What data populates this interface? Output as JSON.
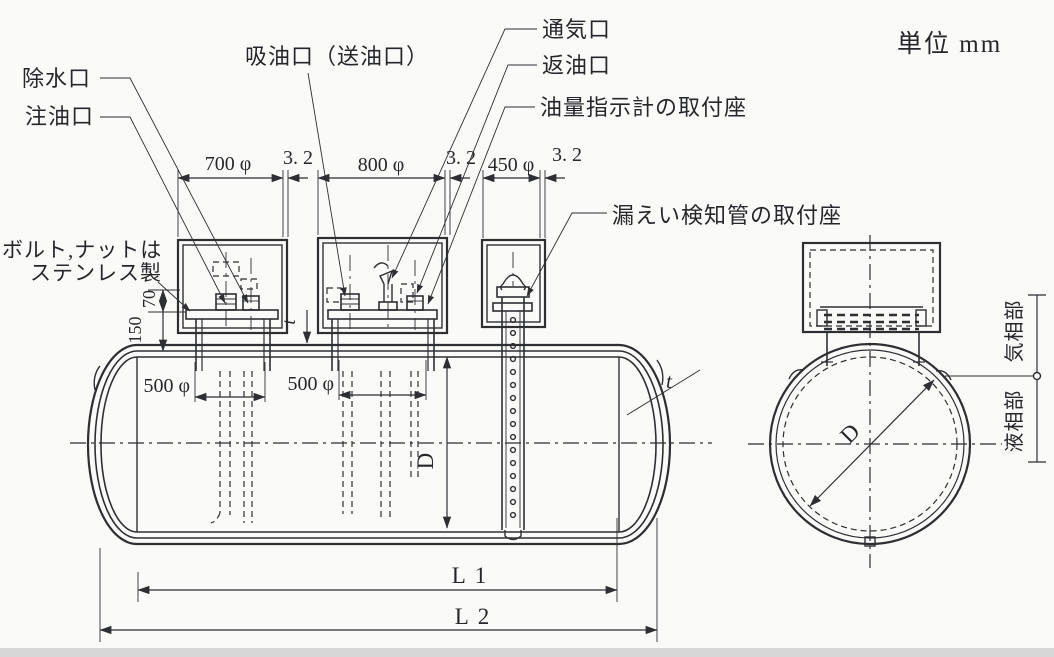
{
  "unit_note": "単位  mm",
  "callouts": {
    "water_drain_port": "除水口",
    "oil_fill_port": "注油口",
    "oil_suction_port": "吸油口（送油口）",
    "vent_port": "通気口",
    "oil_return_port": "返油口",
    "oil_level_gauge_mount": "油量指示計の取付座",
    "leak_detector_pipe_mount": "漏えい検知管の取付座",
    "bolt_note_line1": "ボルト,ナットは",
    "bolt_note_line2": "ステンレス製",
    "gas_phase": "気相部",
    "liquid_phase": "液相部"
  },
  "dimensions": {
    "manhole1_dia": "700 φ",
    "manhole2_dia": "800 φ",
    "manhole3_dia": "450 φ",
    "thickness1": "3. 2",
    "thickness2": "3. 2",
    "thickness3": "3. 2",
    "neck1_dia": "500 φ",
    "neck2_dia": "500 φ",
    "riser_height": "150",
    "fitting_height": "70",
    "tank_diameter": "D",
    "section_diameter": "D",
    "shell_thickness_side": "t",
    "shell_thickness_head": "t",
    "length_l1": "L 1",
    "length_l2": "L 2"
  },
  "colors": {
    "line": "#2e2f33",
    "background": "#fafaf8",
    "footer_strip": "#d7d7d7"
  }
}
